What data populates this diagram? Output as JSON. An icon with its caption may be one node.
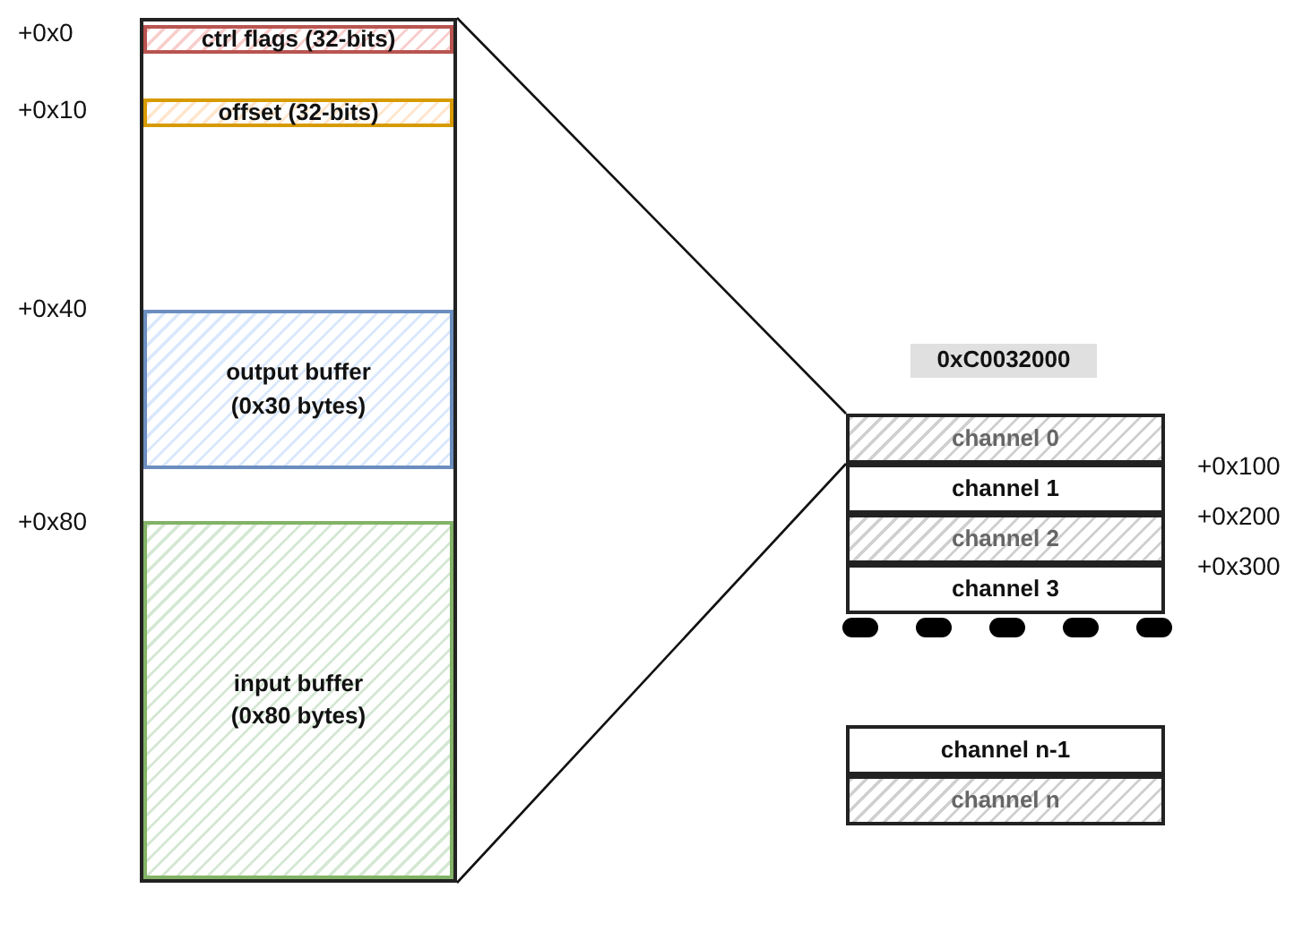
{
  "diagram": {
    "nodes": [
      {
        "text": [],
        "shape": "box"
      },
      {
        "text": [
          "ctrl flags (32-bits)"
        ],
        "in": 0
      },
      {
        "text": [
          "offset (32-bits)"
        ],
        "in": 0
      },
      {
        "text": [
          "output buffer (0x30 bytes)"
        ],
        "in": 0
      },
      {
        "text": [
          "input buffer (0x80 bytes)"
        ],
        "in": 0
      },
      {
        "text": [
          "0xC0032000"
        ]
      },
      {
        "text": [
          "channel 0"
        ]
      },
      {
        "text": [
          "channel 1"
        ]
      },
      {
        "text": [
          "channel 2"
        ]
      },
      {
        "text": [
          "channel 3"
        ]
      },
      {
        "text": [
          "channel n-1"
        ]
      },
      {
        "text": [
          "channel n"
        ]
      }
    ],
    "edges": [
      {
        "from": 0,
        "to": 6,
        "arrow": "none"
      },
      {
        "from": 0,
        "to": 6,
        "arrow": "none"
      }
    ],
    "labels": [
      "+0x0",
      "+0x10",
      "+0x40",
      "+0x80",
      "+0x100",
      "+0x200",
      "+0x300"
    ]
  }
}
